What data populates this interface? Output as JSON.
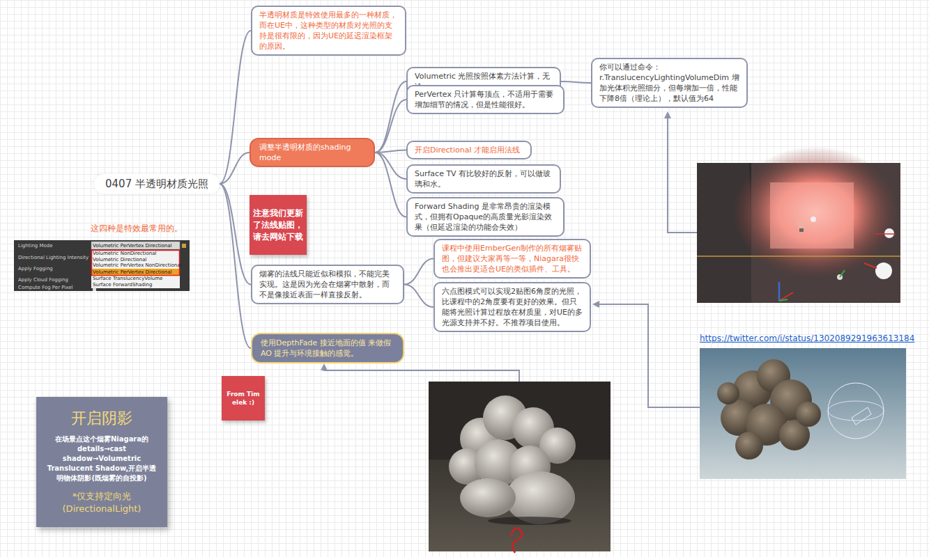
{
  "diagram": {
    "nodes": [
      {
        "text": [
          "0407 半透明材质光照"
        ]
      },
      {
        "text": [
          "半透明材质是特效使用最多的一种材质，而在UE中，这种类型的材质对光照的支持是很有限的，因为UE的延迟渲染框架的原因。"
        ]
      },
      {
        "text": [
          "调整半透明材质的shading mode"
        ]
      },
      {
        "text": [
          "Volumetric 光照按照体素方法计算，无论"
        ]
      },
      {
        "text": [
          "PerVertex 只计算每顶点，不适用于需要增加细节的情况，但是性能很好。"
        ]
      },
      {
        "text": [
          "开启Directional 才能启用法线"
        ]
      },
      {
        "text": [
          "Surface TV 有比较好的反射，可以做玻璃和水。"
        ]
      },
      {
        "text": [
          "Forward Shading 是非常昂贵的渲染模式，但拥有Opaque的高质量光影渲染效果（但延迟渲染的功能会失效）"
        ]
      },
      {
        "text": [
          "你可以通过命令：r.TranslucencyLightingVolumeDim 增加光体积光照细分，但每增加一倍，性能下降8倍（理论上），默认值为64"
        ]
      },
      {
        "text": [
          "注意我们更新了法线贴图，请去网站下载"
        ]
      },
      {
        "text": [
          "烟雾的法线只能近似和模拟，不能完美实现。这是因为光会在烟雾中散射，而不是像接近表面一样直接反射。"
        ]
      },
      {
        "text": [
          "课程中使用EmberGen制作的所有烟雾贴图，但建议大家再等一等，Niagara很快也会推出更适合UE的类似插件、工具。"
        ]
      },
      {
        "text": [
          "六点图模式可以实现2贴图6角度的光照，比课程中的2角度要有更好的效果。但只能将光照计算过程放在材质里，对UE的多光源支持并不好。不推荐项目使用。"
        ]
      },
      {
        "text": [
          "使用DepthFade 接近地面的值 来做假AO 提升与环境接触的感觉。"
        ]
      },
      {
        "text": [
          "From Tim elek :)"
        ]
      },
      {
        "text": [
          "开启阴影",
          "在场景点这个烟雾Niagara的details→cast shadow→Volumetric Translucent Shadow,开启半透明物体阴影(既烟雾的自投影)",
          "*仅支持定向光 (DirectionalLight)"
        ]
      }
    ],
    "edges": [
      {
        "from": 0,
        "to": 1,
        "arrow": "none"
      },
      {
        "from": 0,
        "to": 2,
        "arrow": "none"
      },
      {
        "from": 0,
        "to": 10,
        "arrow": "none"
      },
      {
        "from": 0,
        "to": 13,
        "arrow": "none"
      },
      {
        "from": 2,
        "to": 3,
        "arrow": "none"
      },
      {
        "from": 2,
        "to": 4,
        "arrow": "none"
      },
      {
        "from": 2,
        "to": 5,
        "arrow": "none"
      },
      {
        "from": 2,
        "to": 6,
        "arrow": "none"
      },
      {
        "from": 2,
        "to": 7,
        "arrow": "none"
      },
      {
        "from": 3,
        "to": 8,
        "arrow": "none"
      },
      {
        "from": 10,
        "to": 11,
        "arrow": "none"
      },
      {
        "from": 10,
        "to": 12,
        "arrow": "none"
      }
    ],
    "labels": [
      "这四种是特效最常用的。",
      "Lighting Mode",
      "Volumetric PerVertex Directional",
      "Volumetric NonDirectional",
      "Volumetric Directional",
      "Volumetric PerVertex NonDirectional",
      "Volumetric PerVertex Directional",
      "Surface TranslucencyVolume",
      "Surface ForwardShading",
      "Directional Lighting Intensity",
      "Apply Fogging",
      "Apply Cloud Fogging",
      "Compute Fog Per Pixel",
      "https://twitter.com/i/status/1302089291963613184"
    ]
  }
}
